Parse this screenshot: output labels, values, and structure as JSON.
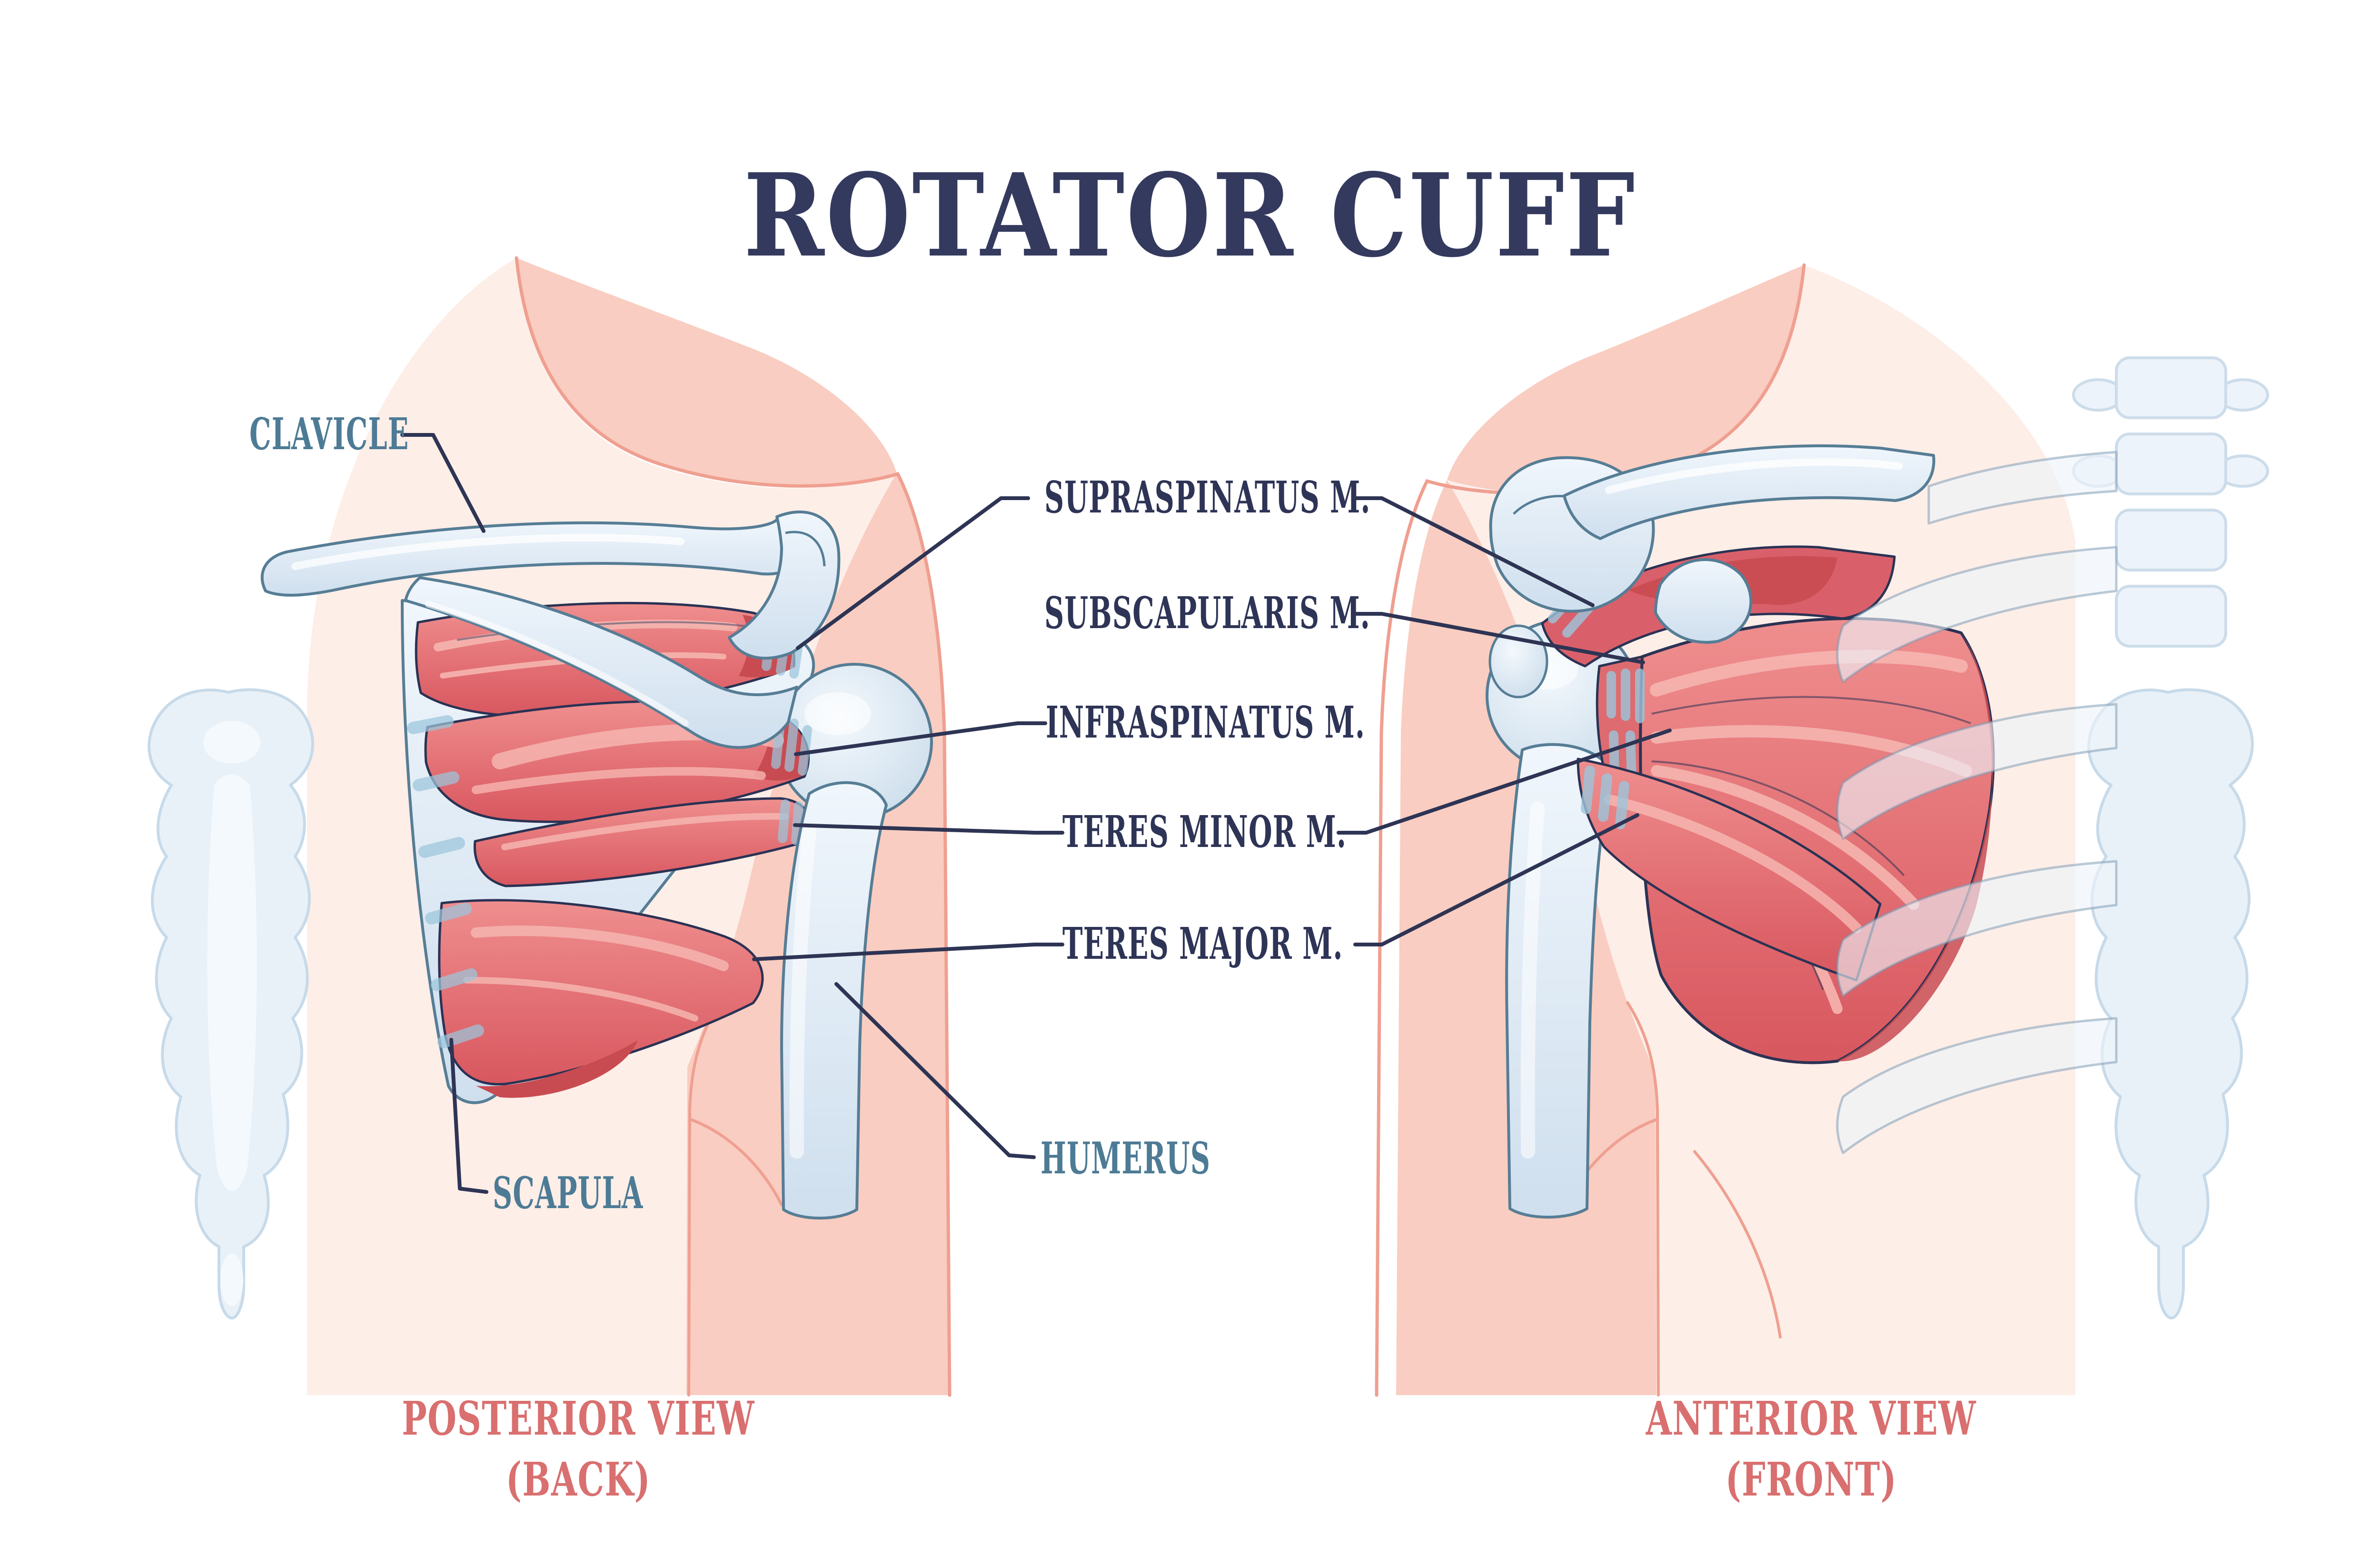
{
  "title": "ROTATOR CUFF",
  "labels": {
    "clavicle": "CLAVICLE",
    "scapula": "SCAPULA",
    "humerus": "HUMERUS",
    "supraspinatus": "SUPRASPINATUS M.",
    "subscapularis": "SUBSCAPULARIS M.",
    "infraspinatus": "INFRASPINATUS M.",
    "teres_minor": "TERES MINOR M.",
    "teres_major": "TERES MAJOR M."
  },
  "captions": {
    "posterior": {
      "line1": "POSTERIOR VIEW",
      "line2": "(BACK)"
    },
    "anterior": {
      "line1": "ANTERIOR VIEW",
      "line2": "(FRONT)"
    }
  },
  "colors": {
    "title_navy": "#343a5e",
    "muscle_label_navy": "#2e3456",
    "bone_label_blue": "#4d7b95",
    "caption_coral": "#d96f6f",
    "leader_line": "#2e3454",
    "muscle_red": "#d8575f",
    "muscle_light": "#ef8e8e",
    "muscle_dark": "#c94b52",
    "muscle_streak": "#f6b5b0",
    "bone_fill": "#dbe7f3",
    "bone_outline": "#567d95",
    "tendon_blue": "#9cc6dc",
    "skin_light": "#fdeee8",
    "skin_deep": "#f9cdc1",
    "skin_outline": "#ef9f90",
    "faded_bone_fill": "#edf3fa",
    "faded_bone_outline": "#ccdcea"
  }
}
